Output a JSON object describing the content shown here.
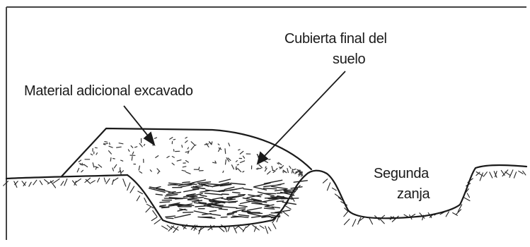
{
  "labels": {
    "cubierta_line1": "Cubierta final del",
    "cubierta_line2": "suelo",
    "material": "Material adicional excavado",
    "segunda_line1": "Segunda",
    "segunda_line2": "zanja"
  },
  "colors": {
    "ink": "#1a1a1a",
    "background": "#ffffff"
  }
}
